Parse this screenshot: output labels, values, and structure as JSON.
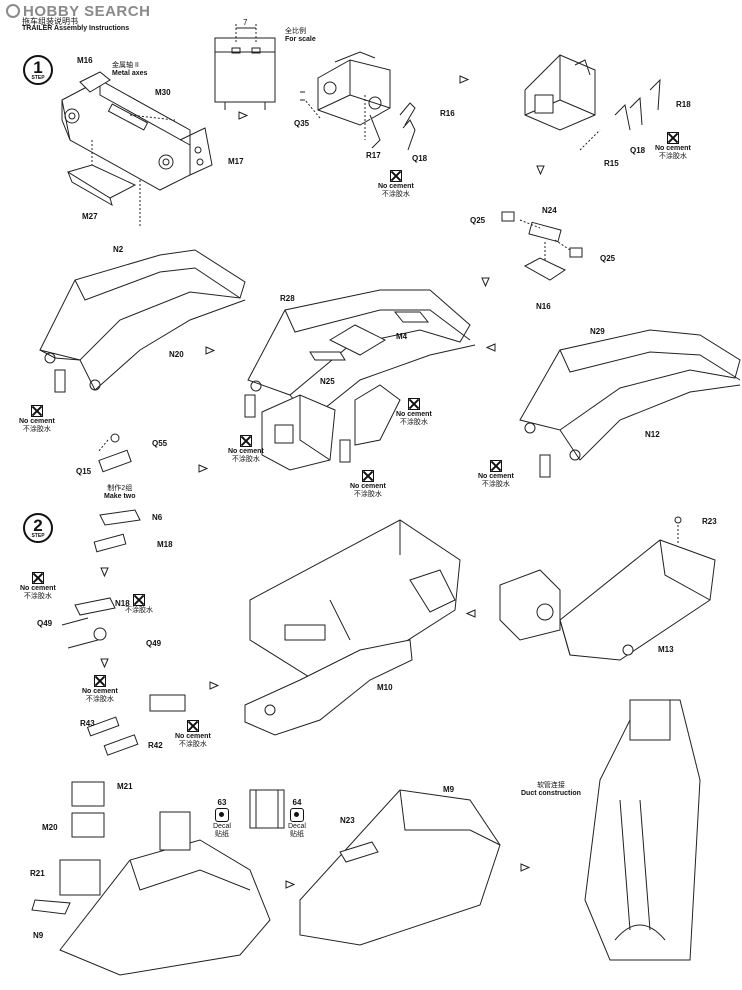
{
  "header": {
    "logo_text": "HOBBY SEARCH",
    "subtitle_cn": "拖车组装说明书",
    "subtitle_en": "TRAILER Assembly Instructions"
  },
  "steps": [
    {
      "number": "1",
      "word": "STEP"
    },
    {
      "number": "2",
      "word": "STEP"
    }
  ],
  "no_cement": {
    "en": "No cement",
    "cn": "不涂胶水"
  },
  "notes": {
    "metal_axes_cn": "金属轴 II",
    "metal_axes_en": "Metal axes",
    "scale_cn": "全比例",
    "scale_en": "For scale",
    "scale_dim": "7",
    "make_two_cn": "制作2组",
    "make_two_en": "Make two",
    "duct_cn": "软管连接",
    "duct_en": "Duct construction",
    "decal_cn": "贴纸",
    "decal_en": "Decal"
  },
  "decals": [
    {
      "number": "63"
    },
    {
      "number": "64"
    }
  ],
  "parts": {
    "m16a": "M16",
    "m30": "M30",
    "m17": "M17",
    "m27": "M27",
    "q35": "Q35",
    "r16": "R16",
    "r17": "R17",
    "q18a": "Q18",
    "r18": "R18",
    "q18b": "Q18",
    "r15": "R15",
    "q25a": "Q25",
    "n24": "N24",
    "q25b": "Q25",
    "n16": "N16",
    "n2": "N2",
    "n20": "N20",
    "r28": "R28",
    "m4": "M4",
    "n25": "N25",
    "n29": "N29",
    "n12": "N12",
    "q55": "Q55",
    "q15": "Q15",
    "n6": "N6",
    "m18": "M18",
    "n18": "N18",
    "q49a": "Q49",
    "q49b": "Q49",
    "r43": "R43",
    "r42": "R42",
    "m10": "M10",
    "r23": "R23",
    "m13": "M13",
    "m21": "M21",
    "m20": "M20",
    "r21": "R21",
    "n9a": "N9",
    "m9": "M9",
    "n23": "N23"
  }
}
